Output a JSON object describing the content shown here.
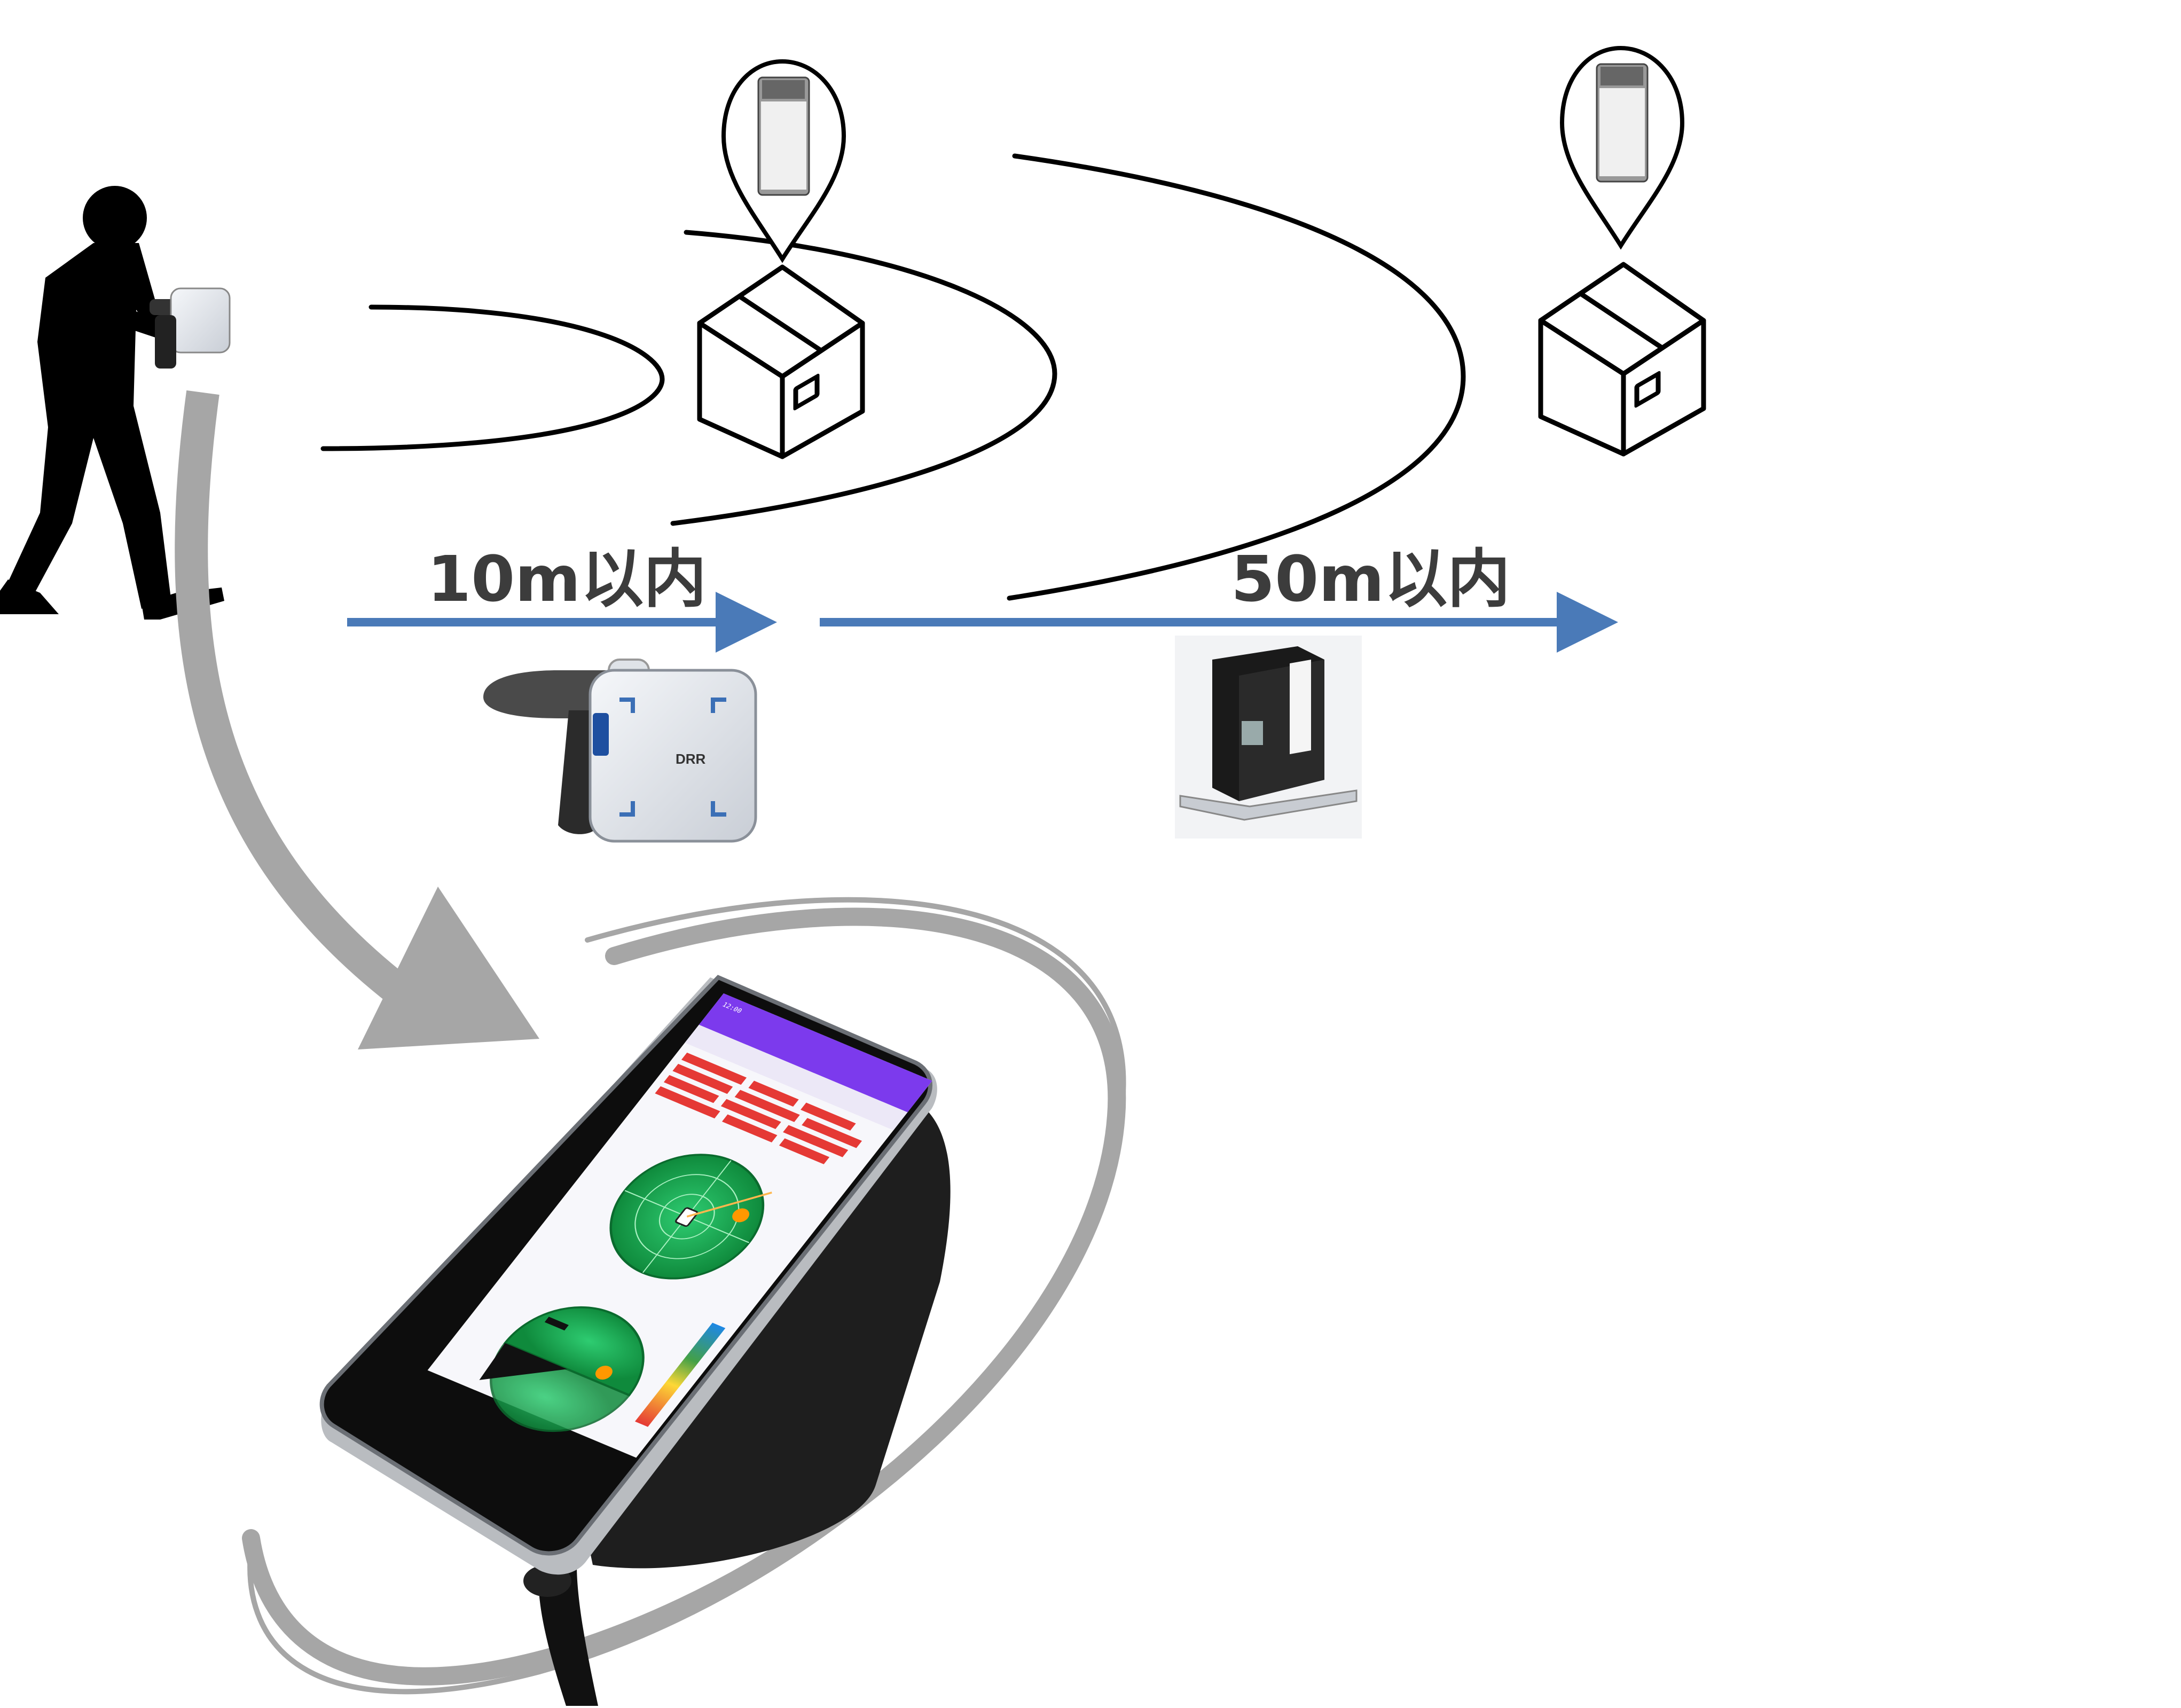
{
  "ranges": {
    "short": {
      "label": "10m以内"
    },
    "long": {
      "label": "50m以内"
    }
  },
  "icons": {
    "person": "walking-person-silhouette-icon",
    "pin": "map-pin-icon",
    "box": "package-box-icon",
    "handheld": "rfid-handheld-reader",
    "fixed": "fixed-rfid-reader",
    "phone": "smartphone-reader-app"
  },
  "colors": {
    "arrow": "#4a7ab8",
    "wave": "#000000",
    "curved_arrow": "#a6a6a6",
    "radar_green": "#16a34a",
    "tag_red": "#e53935",
    "app_bar": "#7c3aed"
  }
}
